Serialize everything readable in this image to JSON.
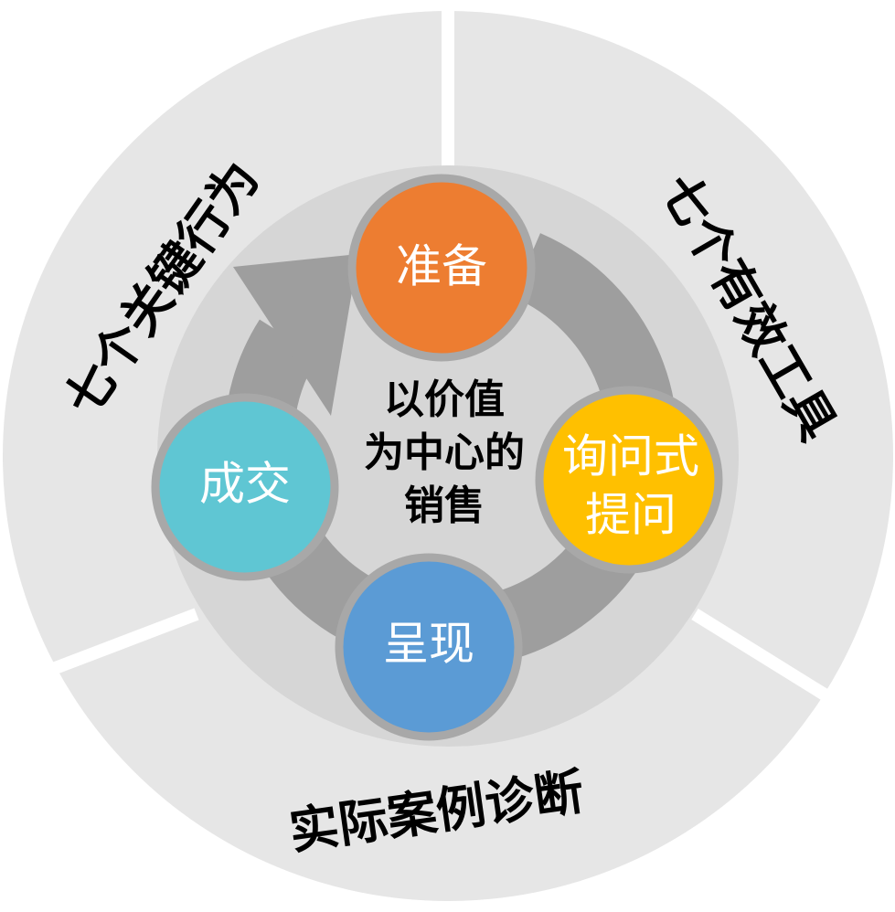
{
  "outer_segments": [
    {
      "label": "七个关键行为"
    },
    {
      "label": "七个有效工具"
    },
    {
      "label": "实际案例诊断"
    }
  ],
  "center": {
    "lines": [
      "以价值",
      "为中心的",
      "销售"
    ]
  },
  "stages": [
    {
      "label_lines": [
        "准备"
      ],
      "color": "#ED7D31"
    },
    {
      "label_lines": [
        "询问式",
        "提问"
      ],
      "color": "#FFC000"
    },
    {
      "label_lines": [
        "呈现"
      ],
      "color": "#5B9BD5"
    },
    {
      "label_lines": [
        "成交"
      ],
      "color": "#5FC6D3"
    }
  ],
  "colors": {
    "outer_ring": "#E6E6E6",
    "inner_disc": "#D6D6D6",
    "arrow": "#9E9E9E",
    "circle_border": "#A8A8A8",
    "divider": "#FFFFFF"
  }
}
